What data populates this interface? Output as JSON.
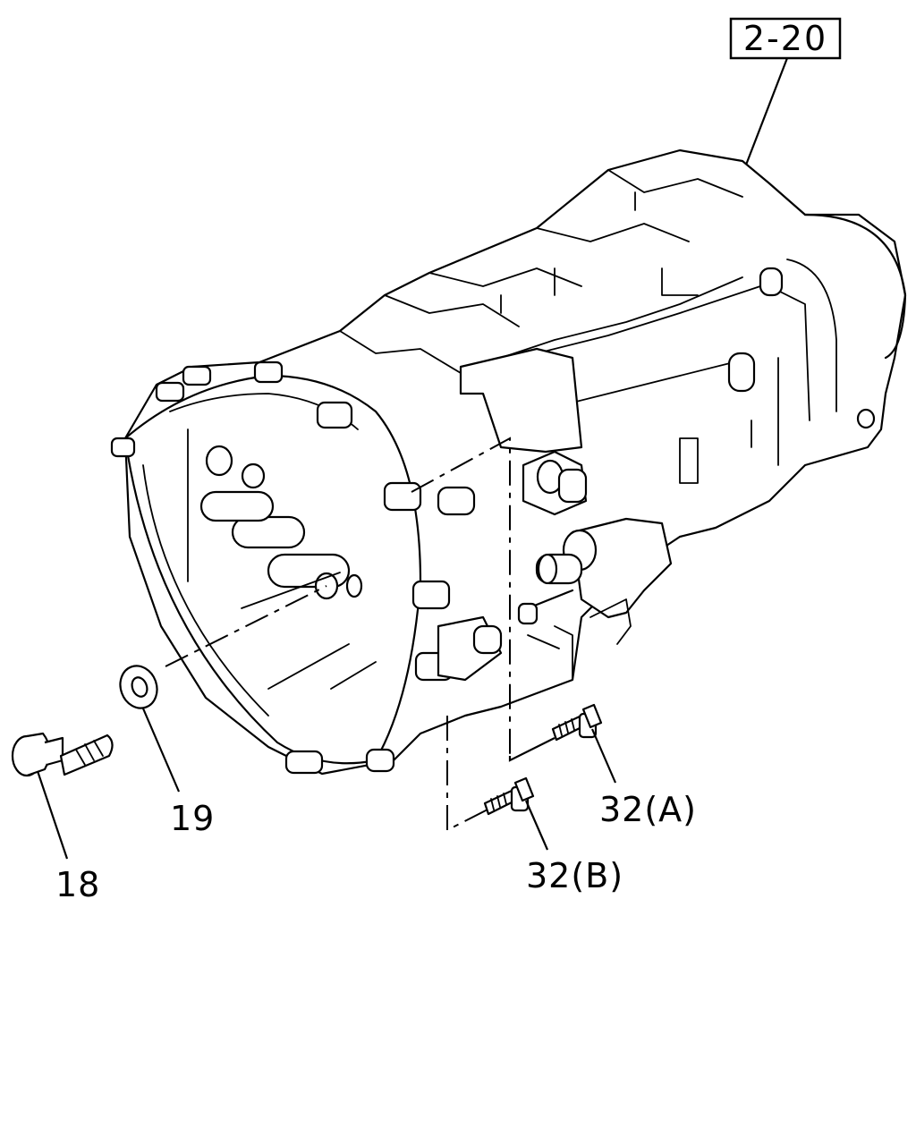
{
  "reference_box": {
    "label": "2-20"
  },
  "callouts": {
    "part_18": "18",
    "part_19": "19",
    "part_32a": "32(A)",
    "part_32b": "32(B)"
  }
}
